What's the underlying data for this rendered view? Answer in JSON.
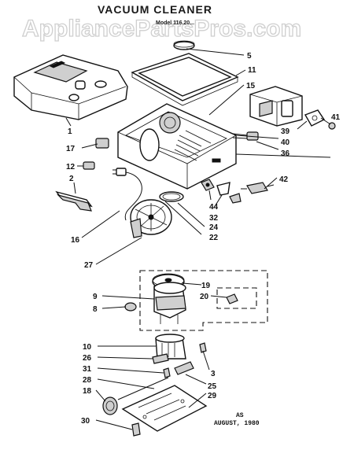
{
  "title": "VACUUM CLEANER",
  "model": "Model 116.20...",
  "watermark": "AppliancePartsPros.com",
  "date_line1": "AS",
  "date_line2": "AUGUST, 1980",
  "callouts": [
    "5",
    "11",
    "15",
    "1",
    "17",
    "12",
    "2",
    "16",
    "27",
    "24",
    "22",
    "44",
    "32",
    "42",
    "36",
    "40",
    "39",
    "41",
    "19",
    "20",
    "9",
    "8",
    "10",
    "26",
    "31",
    "28",
    "18",
    "30",
    "29",
    "25",
    "3"
  ]
}
